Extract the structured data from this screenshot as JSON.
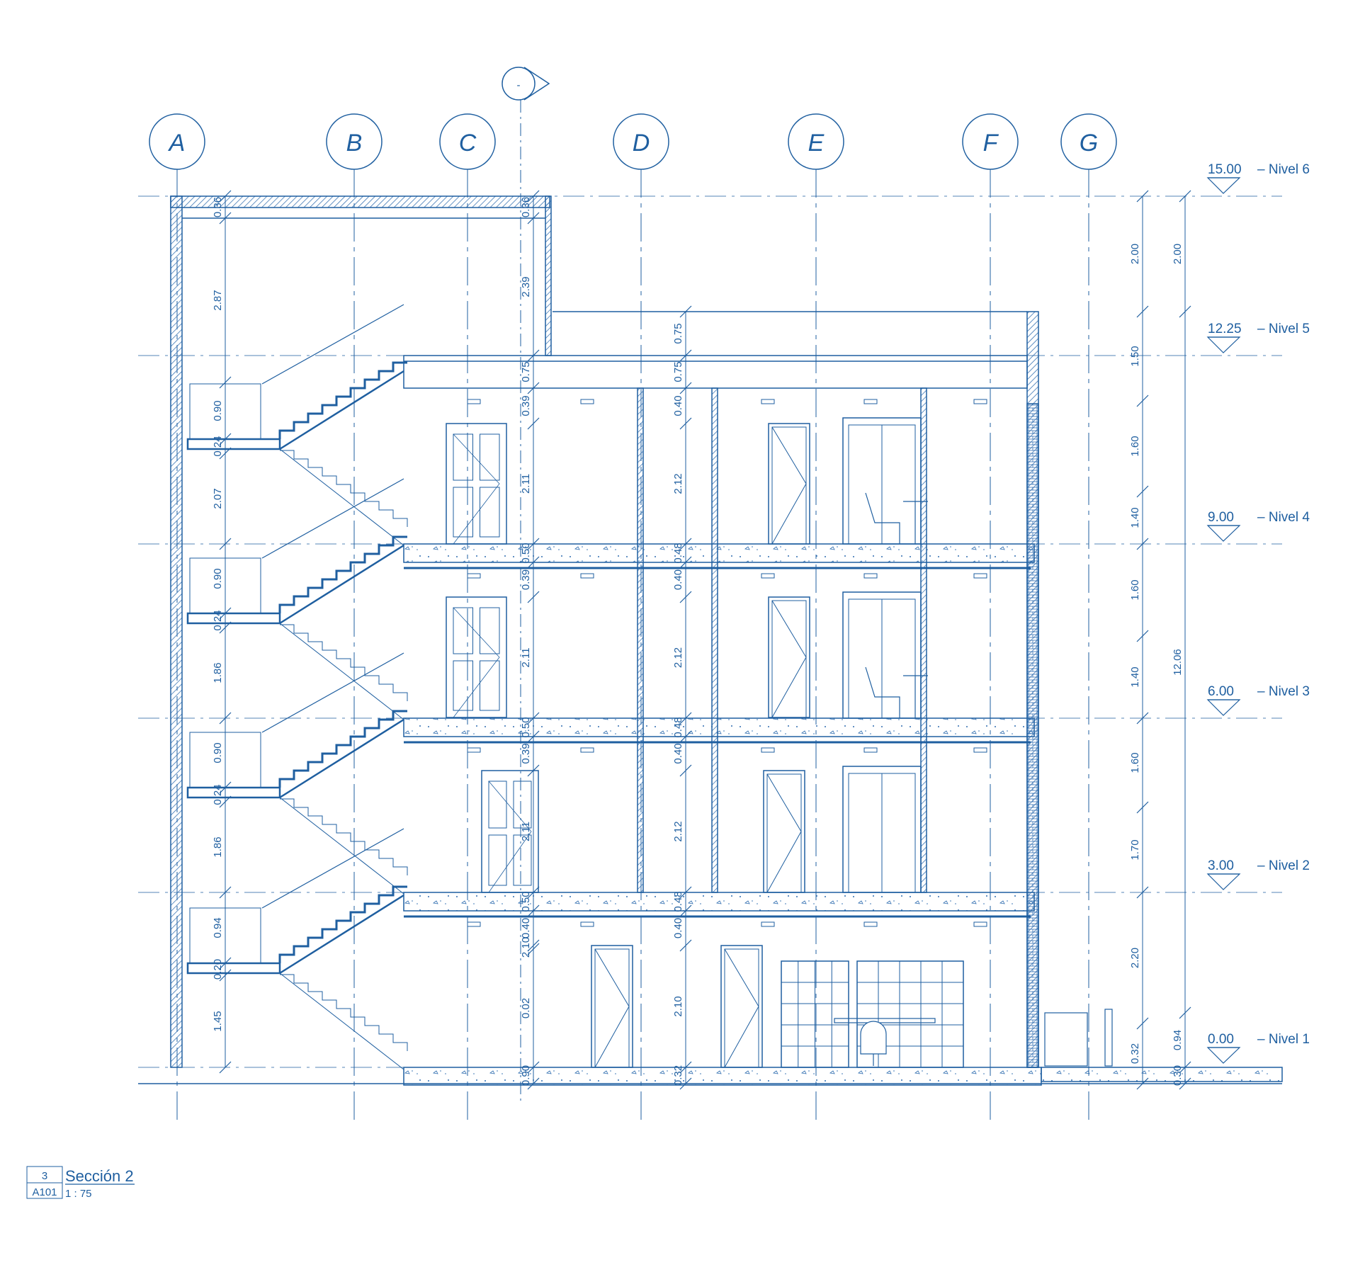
{
  "colors": {
    "ink": "#1f5fa0",
    "paper": "#ffffff",
    "hatch": "#2f6db0"
  },
  "section_marker": {
    "label": "-"
  },
  "grid_lines": [
    "A",
    "B",
    "C",
    "D",
    "E",
    "F",
    "G"
  ],
  "levels": [
    {
      "elev": "15.00",
      "name": "Nivel 6"
    },
    {
      "elev": "12.25",
      "name": "Nivel 5"
    },
    {
      "elev": "9.00",
      "name": "Nivel 4"
    },
    {
      "elev": "6.00",
      "name": "Nivel 3"
    },
    {
      "elev": "3.00",
      "name": "Nivel 2"
    },
    {
      "elev": "0.00",
      "name": "Nivel 1"
    }
  ],
  "dims_a": [
    "0.36",
    "2.87",
    "0.90",
    "0.24",
    "2.07",
    "0.90",
    "0.24",
    "1.86",
    "0.90",
    "0.24",
    "1.86",
    "0.94",
    "0.20",
    "1.45"
  ],
  "dims_c": [
    "0.36",
    "2.39",
    "0.75",
    "0.39",
    "2.11",
    "0.50",
    "0.39",
    "2.11",
    "0.50",
    "0.39",
    "2.11",
    "0.50",
    "0.40",
    "2.10",
    "0.02",
    "0.90"
  ],
  "dims_d": [
    "0.75",
    "0.75",
    "0.40",
    "2.12",
    "0.48",
    "0.40",
    "2.12",
    "0.48",
    "0.40",
    "2.12",
    "0.48",
    "0.40",
    "2.10",
    "0.32"
  ],
  "dims_right_1": [
    "2.00",
    "1.50",
    "1.60",
    "1.40",
    "1.60",
    "1.40",
    "1.60",
    "1.70",
    "2.20",
    "0.32"
  ],
  "dims_right_2": [
    "2.00",
    "12.06",
    "0.94",
    "0.30"
  ],
  "view_title": {
    "number": "3",
    "name": "Sección 2",
    "sheet": "A101",
    "scale": "1 : 75"
  }
}
